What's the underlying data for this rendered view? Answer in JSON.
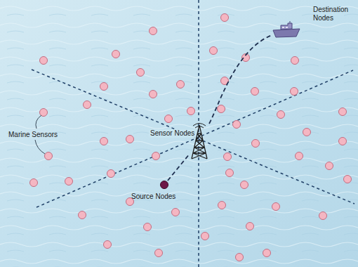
{
  "diagram": {
    "nodes": [
      {
        "text": [
          "Source Nodes"
        ]
      },
      {
        "text": [
          "Sensor Nodes"
        ]
      },
      {
        "text": [
          "Destination Nodes"
        ]
      }
    ],
    "edges": [
      {
        "from": 0,
        "to": 1,
        "arrow": "none"
      },
      {
        "from": 1,
        "to": 2,
        "arrow": "none"
      }
    ],
    "labels": [
      "Marine Sensors"
    ]
  }
}
